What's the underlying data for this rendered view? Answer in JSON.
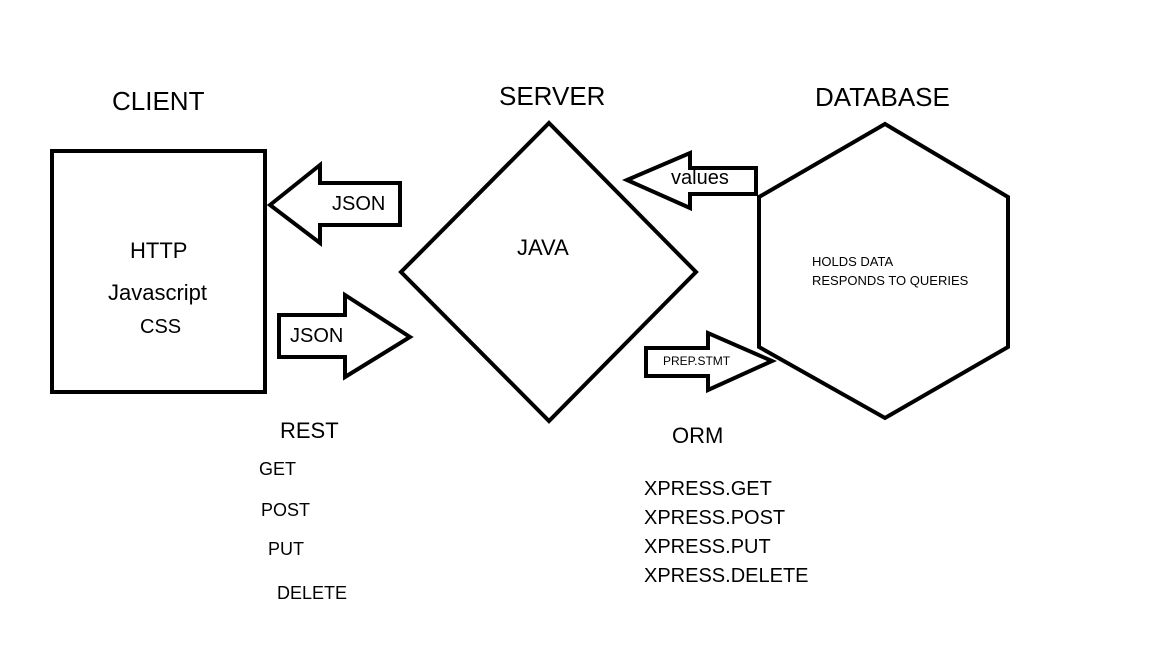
{
  "client": {
    "title": "CLIENT",
    "items": [
      "HTTP",
      "Javascript",
      "CSS"
    ]
  },
  "server": {
    "title": "SERVER",
    "label": "JAVA"
  },
  "database": {
    "title": "DATABASE",
    "lines": [
      "HOLDS DATA",
      "RESPONDS TO QUERIES"
    ]
  },
  "arrows": {
    "server_to_client": "JSON",
    "client_to_server": "JSON",
    "db_to_server": "values",
    "server_to_db": "PREP.STMT"
  },
  "rest": {
    "title": "REST",
    "methods": [
      "GET",
      "POST",
      "PUT",
      "DELETE"
    ]
  },
  "orm": {
    "title": "ORM",
    "methods": [
      "XPRESS.GET",
      "XPRESS.POST",
      "XPRESS.PUT",
      "XPRESS.DELETE"
    ]
  }
}
